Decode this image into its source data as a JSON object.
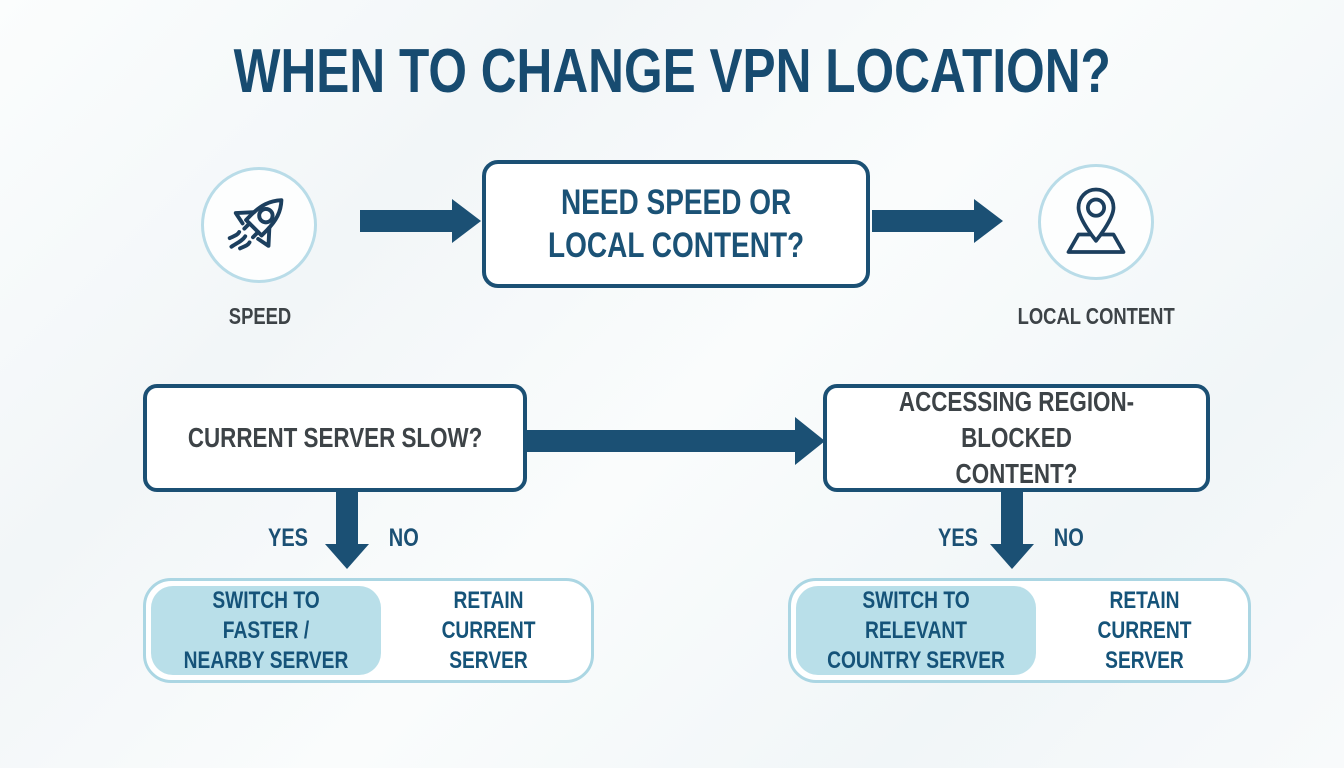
{
  "title": "WHEN TO CHANGE VPN LOCATION?",
  "colors": {
    "navy": "#1b5074",
    "title_navy": "#174b70",
    "question_gray": "#3d4347",
    "action_navy": "#155379",
    "highlight_blue": "#b9dfe9",
    "pale_border": "#abd6e3",
    "circle_border": "#b9dce8",
    "background": "#f6f8f9"
  },
  "top_flow": {
    "speed_icon": "rocket-icon",
    "speed_label": "SPEED",
    "question_line1": "NEED SPEED OR",
    "question_line2": "LOCAL CONTENT?",
    "local_icon": "location-pin-icon",
    "local_label": "LOCAL CONTENT"
  },
  "speed_branch": {
    "question": "CURRENT SERVER SLOW?",
    "yes_label": "YES",
    "no_label": "NO",
    "yes_action_line1": "SWITCH TO FASTER /",
    "yes_action_line2": "NEARBY SERVER",
    "no_action_line1": "RETAIN",
    "no_action_line2": "CURRENT SERVER"
  },
  "content_branch": {
    "question_line1": "ACCESSING REGION-BLOCKED",
    "question_line2": "CONTENT?",
    "yes_label": "YES",
    "no_label": "NO",
    "yes_action_line1": "SWITCH TO RELEVANT",
    "yes_action_line2": "COUNTRY SERVER",
    "no_action_line1": "RETAIN",
    "no_action_line2": "CURRENT SERVER"
  }
}
